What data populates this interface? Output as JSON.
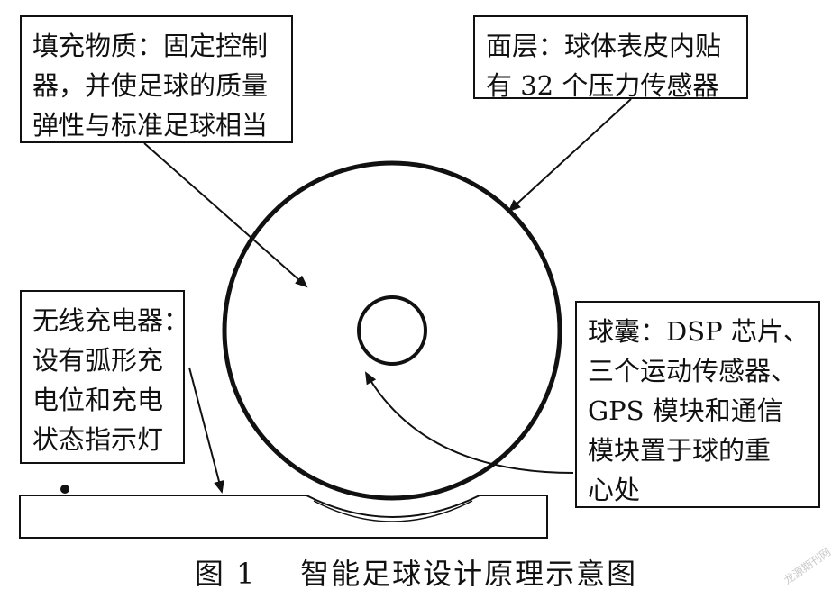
{
  "labels": {
    "fill_material": [
      "填充物质：固定控制",
      "器，并使足球的质量",
      "弹性与标准足球相当"
    ],
    "surface_layer": [
      "面层：球体表皮内贴",
      "有 32 个压力传感器"
    ],
    "wireless_charger": [
      "无线充电器：",
      "设有弧形充",
      "电位和充电",
      "状态指示灯"
    ],
    "bladder": [
      "球囊：DSP 芯片、",
      "三个运动传感器、",
      "GPS 模块和通信",
      "模块置于球的重",
      "心处"
    ]
  },
  "caption": "图 1    智能足球设计原理示意图",
  "watermark": "龙源期刊网",
  "colors": {
    "stroke": "#111111",
    "background": "#ffffff",
    "watermark": "#c9c9c9"
  }
}
